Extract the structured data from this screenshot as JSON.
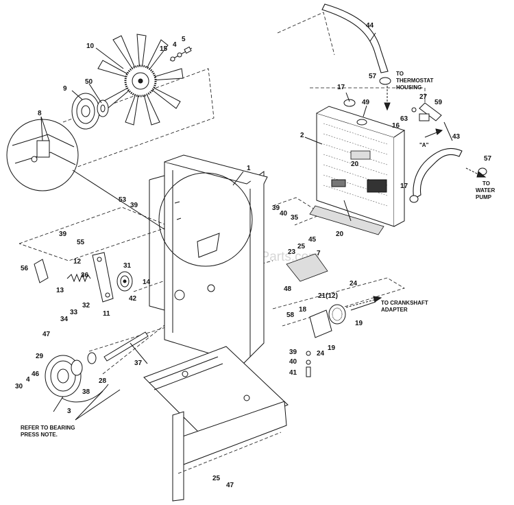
{
  "watermark": "eReplacementParts.com",
  "callouts": {
    "c1": "1",
    "c2": "2",
    "c3": "3",
    "c4a": "4",
    "c4b": "4",
    "c5": "5",
    "c7": "7",
    "c8": "8",
    "c9": "9",
    "c10": "10",
    "c11": "11",
    "c12": "12",
    "c13": "13",
    "c14": "14",
    "c15": "15",
    "c17a": "17",
    "c17b": "17",
    "c16": "16",
    "c18": "18",
    "c19a": "19",
    "c19b": "19",
    "c20a": "20",
    "c20b": "20",
    "c21": "21(12)",
    "c23": "23",
    "c24a": "24",
    "c24b": "24",
    "c25a": "25",
    "c25b": "25",
    "c27": "27",
    "c28": "28",
    "c29": "29",
    "c30": "30",
    "c31": "31",
    "c32": "32",
    "c33": "33",
    "c34": "34",
    "c35": "35",
    "c36": "36",
    "c37": "37",
    "c38": "38",
    "c39a": "39",
    "c39b": "39",
    "c39c": "39",
    "c39d": "39",
    "c40a": "40",
    "c40b": "40",
    "c41": "41",
    "c42": "42",
    "c43": "43",
    "c44": "44",
    "c45": "45",
    "c46": "46",
    "c47a": "47",
    "c47b": "47",
    "c48": "48",
    "c49": "49",
    "c50": "50",
    "c53": "53",
    "c55": "55",
    "c56": "56",
    "c57a": "57",
    "c57b": "57",
    "c58": "58",
    "c59": "59",
    "c63": "63"
  },
  "notes": {
    "thermostat_l1": "TO",
    "thermostat_l2": "THERMOSTAT",
    "thermostat_l3": "HOUSING",
    "water_l1": "TO",
    "water_l2": "WATER",
    "water_l3": "PUMP",
    "crank_l1": "TO CRANKSHAFT",
    "crank_l2": "ADAPTER",
    "view_a": "\"A\"",
    "bearing_l1": "REFER TO BEARING",
    "bearing_l2": "PRESS NOTE."
  },
  "icons": [
    "fan-icon",
    "radiator-icon",
    "hose-icon",
    "pulley-icon",
    "bolt-icon",
    "arrow-icon"
  ]
}
